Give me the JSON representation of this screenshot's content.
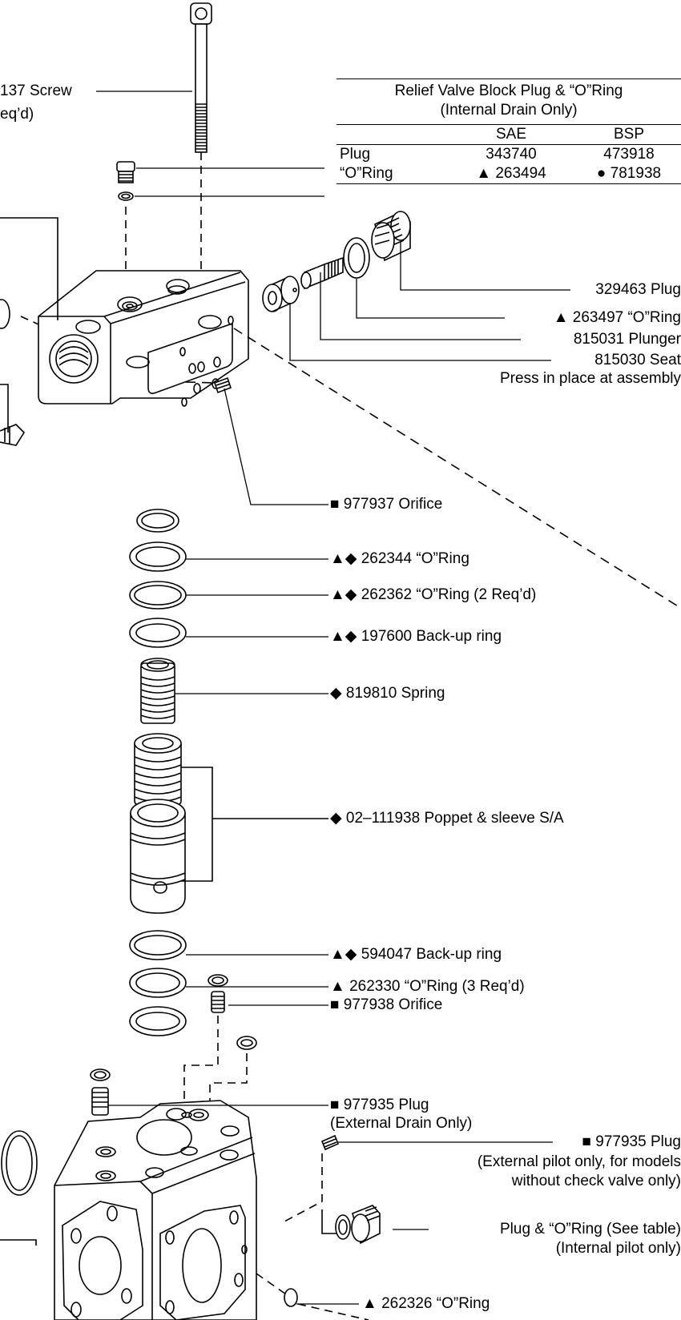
{
  "table": {
    "title_line1": "Relief Valve Block Plug & “O”Ring",
    "title_line2": "(Internal Drain Only)",
    "col_sae": "SAE",
    "col_bsp": "BSP",
    "rows": [
      {
        "name": "Plug",
        "sae": "343740",
        "bsp": "473918"
      },
      {
        "name": "“O”Ring",
        "sae": "▲ 263494",
        "bsp": "● 781938"
      }
    ]
  },
  "callouts": {
    "screw": "137 Screw",
    "screw_qty": "eq’d)",
    "plug_329463": "329463 Plug",
    "oring_263497": "▲ 263497 “O”Ring",
    "plunger_815031": "815031 Plunger",
    "seat_815030": "815030 Seat",
    "seat_note": "Press in place at assembly",
    "orifice_977937": "■ 977937 Orifice",
    "oring_262344": "▲◆ 262344 “O”Ring",
    "oring_262362": "▲◆  262362 “O”Ring (2 Req’d)",
    "backup_197600": "▲◆  197600 Back-up ring",
    "spring_819810": "◆ 819810 Spring",
    "poppet_111938": "◆  02–111938 Poppet & sleeve S/A",
    "backup_594047": "▲◆ 594047 Back-up ring",
    "oring_262330": "▲  262330 “O”Ring (3 Req’d)",
    "orifice_977938": "■ 977938 Orifice",
    "plug_977935_a": "■ 977935 Plug",
    "plug_977935_a_note": "(External Drain Only)",
    "plug_977935_b": "■ 977935 Plug",
    "plug_977935_b_note1": "(External pilot only, for models",
    "plug_977935_b_note2": "without check valve only)",
    "plug_oring_table": "Plug & “O”Ring (See table)",
    "plug_oring_note": "(Internal pilot only)",
    "oring_262326": "▲ 262326 “O”Ring"
  }
}
